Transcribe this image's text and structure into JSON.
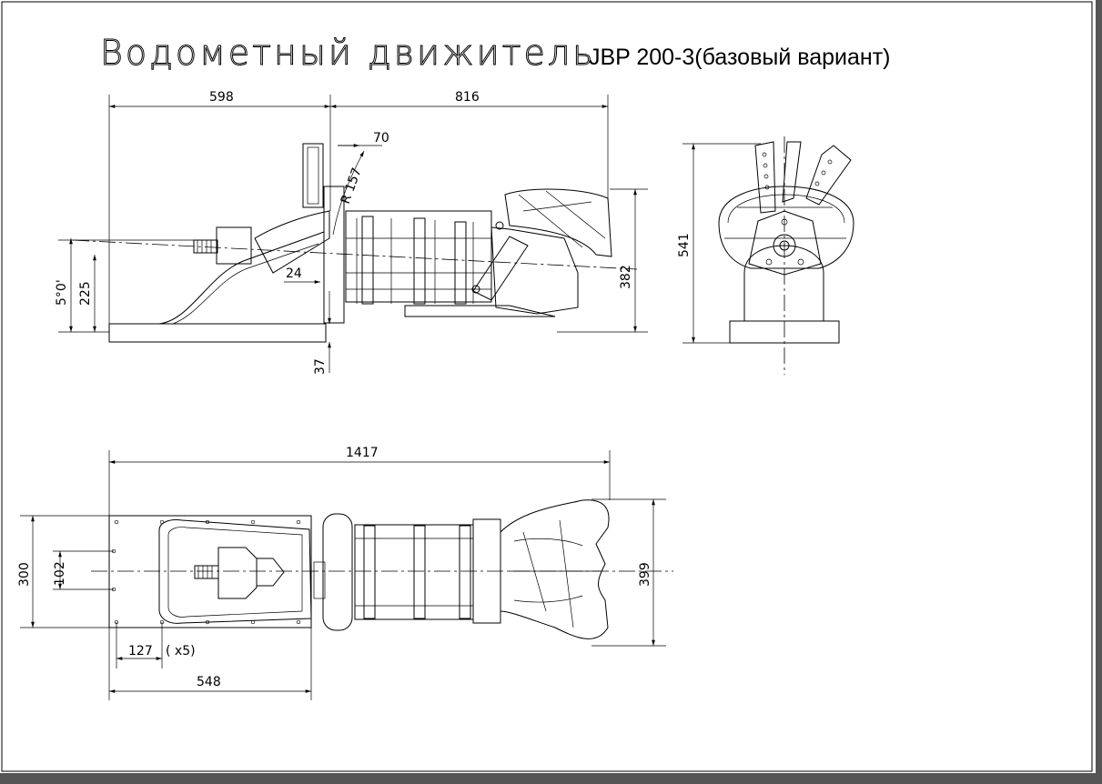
{
  "title": {
    "script_text": "Водометный движитель",
    "model_text": "JBP 200-3(базовый вариант)"
  },
  "side_view": {
    "dims": {
      "length_front": "598",
      "length_rear": "816",
      "angle_top": "70",
      "radius": "R 157",
      "nozzle_offset": "24",
      "angle_tilt": "5°0'",
      "shaft_height": "225",
      "height": "382",
      "base_drop": "37"
    }
  },
  "front_view": {
    "dims": {
      "height": "541"
    }
  },
  "top_view": {
    "dims": {
      "overall_length": "1417",
      "flange_width": "300",
      "bolt_span": "102",
      "bolt_pitch": "127",
      "bolt_count": "( x5)",
      "flange_length": "548",
      "nozzle_width": "399"
    }
  },
  "colors": {
    "line": "#000000",
    "paper": "#ffffff",
    "frame_shadow": "#555555"
  }
}
